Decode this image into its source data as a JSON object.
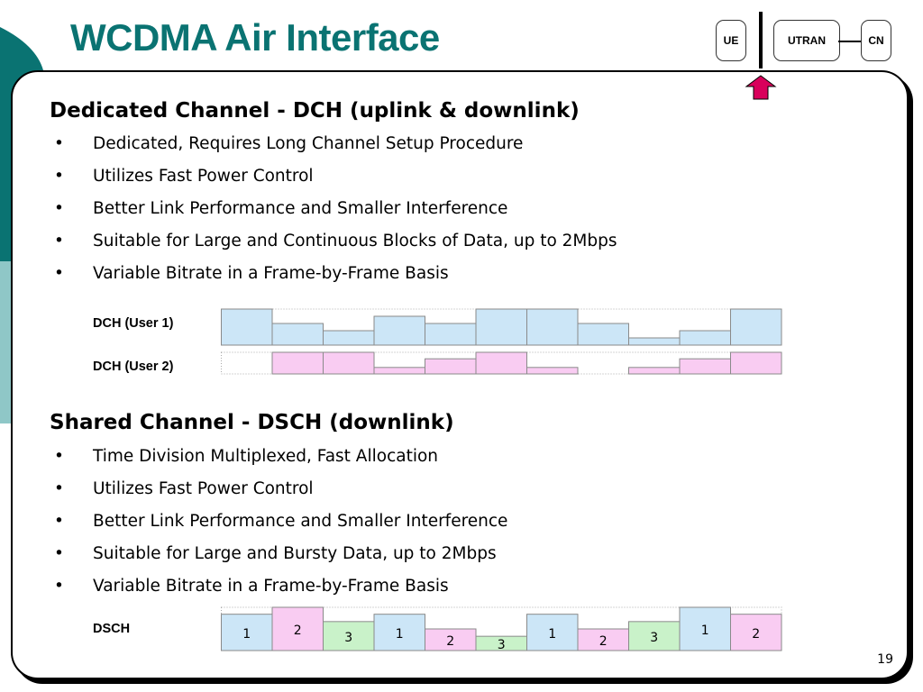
{
  "slide": {
    "title": "WCDMA Air Interface",
    "page_number": "19"
  },
  "network": {
    "ue": "UE",
    "utran": "UTRAN",
    "cn": "CN",
    "highlighted": "UE-UTRAN interface"
  },
  "dch_section": {
    "heading": "Dedicated Channel - DCH (uplink & downlink)",
    "bullets": [
      "Dedicated, Requires Long Channel Setup Procedure",
      "Utilizes Fast Power Control",
      "Better Link Performance and Smaller Interference",
      "Suitable for Large and Continuous Blocks of Data, up to 2Mbps",
      "Variable Bitrate in a Frame-by-Frame Basis"
    ],
    "diagram": {
      "user1_label": "DCH (User 1)",
      "user2_label": "DCH (User 2)",
      "user1_levels": [
        1.0,
        0.6,
        0.4,
        0.8,
        0.6,
        1.0,
        1.0,
        0.6,
        0.2,
        0.4,
        1.0
      ],
      "user2_levels": [
        0,
        1.0,
        1.0,
        0.3,
        0.7,
        1.0,
        0.3,
        0,
        0.3,
        0.7,
        1.0
      ],
      "user1_color": "#cce6f7",
      "user2_color": "#f9ccf2"
    }
  },
  "dsch_section": {
    "heading": "Shared Channel - DSCH (downlink)",
    "bullets": [
      "Time Division Multiplexed, Fast Allocation",
      "Utilizes Fast Power Control",
      "Better Link Performance and Smaller Interference",
      "Suitable for Large and Bursty Data, up to 2Mbps",
      "Variable Bitrate in a Frame-by-Frame Basis"
    ],
    "diagram": {
      "label": "DSCH",
      "frames": [
        {
          "user": "1",
          "level": 0.84
        },
        {
          "user": "2",
          "level": 1.0
        },
        {
          "user": "3",
          "level": 0.67
        },
        {
          "user": "1",
          "level": 0.84
        },
        {
          "user": "2",
          "level": 0.5
        },
        {
          "user": "3",
          "level": 0.33
        },
        {
          "user": "1",
          "level": 0.84
        },
        {
          "user": "2",
          "level": 0.5
        },
        {
          "user": "3",
          "level": 0.67
        },
        {
          "user": "1",
          "level": 1.0
        },
        {
          "user": "2",
          "level": 0.84
        }
      ],
      "user_colors": {
        "1": "#cce6f7",
        "2": "#f9ccf2",
        "3": "#c9f2c9"
      }
    }
  },
  "colors": {
    "title": "#0a7372",
    "decor_dark": "#0a7372",
    "decor_light": "#8fc7c7",
    "arrow": "#d9005b"
  }
}
